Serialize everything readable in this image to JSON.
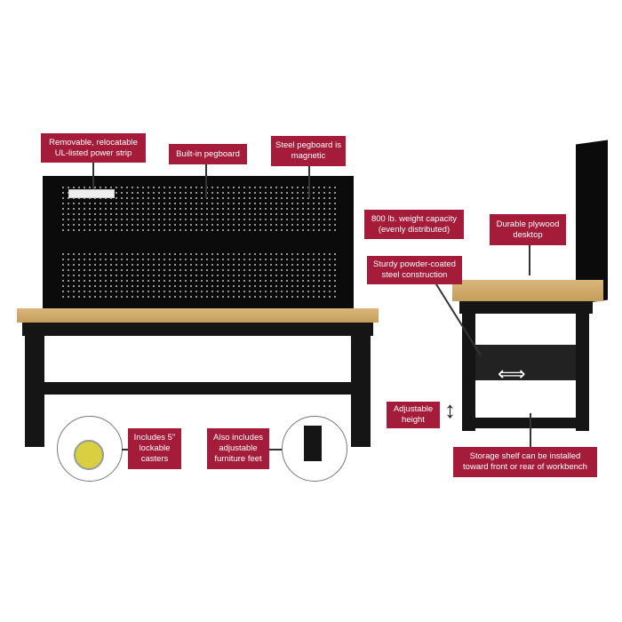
{
  "callouts": {
    "power_strip": "Removable, relocatable UL-listed power strip",
    "pegboard": "Built-in pegboard",
    "magnetic": "Steel pegboard is magnetic",
    "capacity": "800 lb. weight capacity (evenly distributed)",
    "plywood": "Durable plywood desktop",
    "steel": "Sturdy powder-coated steel construction",
    "casters": "Includes 5\" lockable casters",
    "feet": "Also includes adjustable furniture feet",
    "height": "Adjustable height",
    "shelf": "Storage shelf can be installed toward front or rear of workbench"
  },
  "colors": {
    "callout_bg": "#a51c3a",
    "wood": "#d2ad6e",
    "steel": "#151515"
  }
}
